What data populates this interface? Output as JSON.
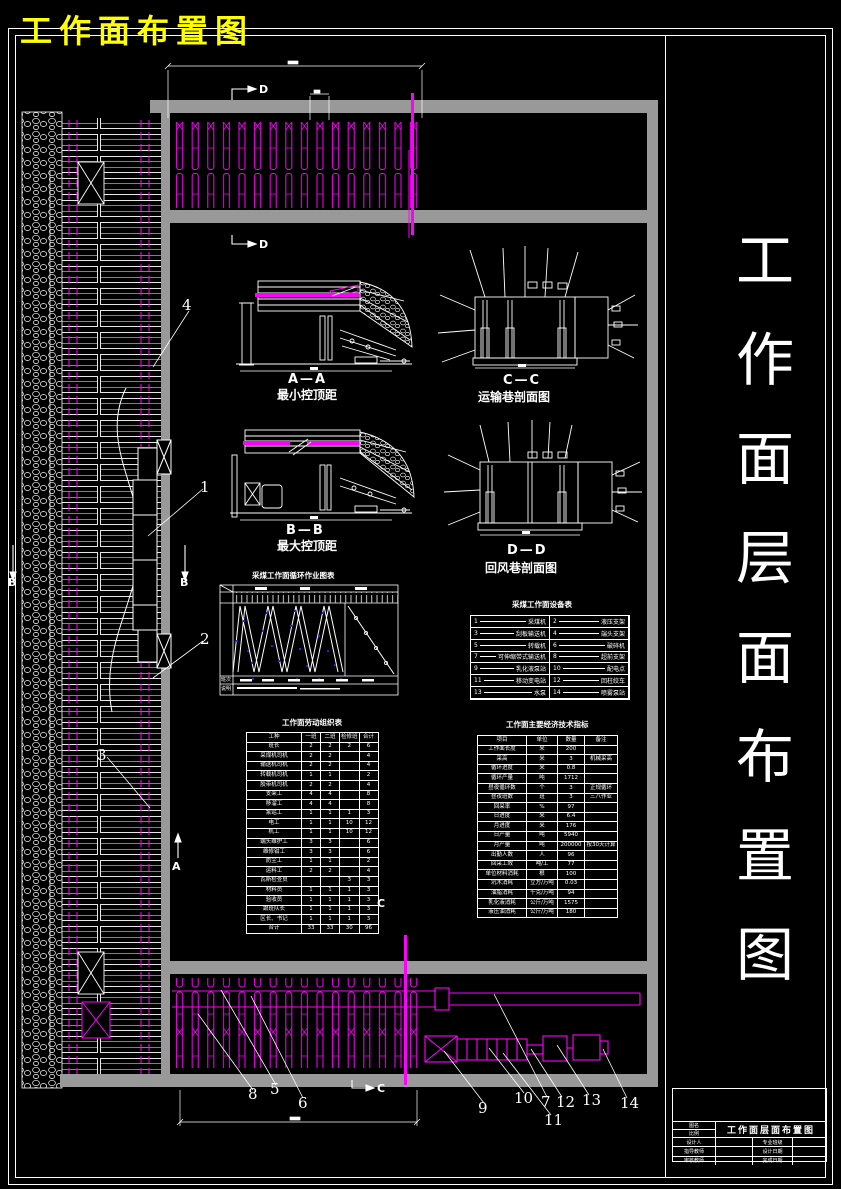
{
  "window": {
    "title": "工作面布置图"
  },
  "side_title": "工作面层面布置图",
  "cut_markers": {
    "a": "A",
    "b": "B",
    "c": "C",
    "d": "D"
  },
  "sections": {
    "aa": {
      "label": "A—A",
      "caption": "最小控顶距"
    },
    "bb": {
      "label": "B—B",
      "caption": "最大控顶距"
    },
    "cc": {
      "label": "C—C",
      "caption": "运输巷剖面图"
    },
    "dd": {
      "label": "D—D",
      "caption": "回风巷剖面图"
    }
  },
  "cycle_chart": {
    "title": "采煤工作面循环作业图表",
    "row_shift": "班次",
    "row_note": "说明"
  },
  "equipment_table": {
    "title": "采煤工作面设备表",
    "items": [
      {
        "no": "1",
        "name": "采煤机"
      },
      {
        "no": "2",
        "name": "液压支架"
      },
      {
        "no": "3",
        "name": "刮板输送机"
      },
      {
        "no": "4",
        "name": "端头支架"
      },
      {
        "no": "5",
        "name": "转载机"
      },
      {
        "no": "6",
        "name": "破碎机"
      },
      {
        "no": "7",
        "name": "可伸缩带式输送机"
      },
      {
        "no": "8",
        "name": "超前支架"
      },
      {
        "no": "9",
        "name": "乳化液泵站"
      },
      {
        "no": "10",
        "name": "配电点"
      },
      {
        "no": "11",
        "name": "移动变电站"
      },
      {
        "no": "12",
        "name": "回柱绞车"
      },
      {
        "no": "13",
        "name": "水泵"
      },
      {
        "no": "14",
        "name": "喷雾泵站"
      }
    ]
  },
  "labor_table": {
    "title": "工作面劳动组织表",
    "headers": [
      "工种",
      "一班",
      "二班",
      "检修班",
      "合计"
    ],
    "rows": [
      [
        "班长",
        "2",
        "2",
        "2",
        "6"
      ],
      [
        "采煤机司机",
        "2",
        "2",
        "",
        "4"
      ],
      [
        "输送机司机",
        "2",
        "2",
        "",
        "4"
      ],
      [
        "转载机司机",
        "1",
        "1",
        "",
        "2"
      ],
      [
        "胶带机司机",
        "2",
        "2",
        "",
        "4"
      ],
      [
        "支架工",
        "4",
        "4",
        "",
        "8"
      ],
      [
        "移溜工",
        "4",
        "4",
        "",
        "8"
      ],
      [
        "泵站工",
        "1",
        "1",
        "1",
        "3"
      ],
      [
        "电工",
        "1",
        "1",
        "10",
        "12"
      ],
      [
        "机工",
        "1",
        "1",
        "10",
        "12"
      ],
      [
        "端头维护工",
        "3",
        "3",
        "",
        "6"
      ],
      [
        "维修钳工",
        "3",
        "3",
        "",
        "6"
      ],
      [
        "防尘工",
        "1",
        "1",
        "",
        "2"
      ],
      [
        "运料工",
        "2",
        "2",
        "",
        "4"
      ],
      [
        "瓦斯检查员",
        "",
        "",
        "3",
        "3"
      ],
      [
        "材料员",
        "1",
        "1",
        "1",
        "3"
      ],
      [
        "验收员",
        "1",
        "1",
        "1",
        "3"
      ],
      [
        "跟班队长",
        "1",
        "1",
        "1",
        "3"
      ],
      [
        "区长、书记",
        "1",
        "1",
        "1",
        "3"
      ],
      [
        "合计",
        "33",
        "33",
        "30",
        "96"
      ]
    ]
  },
  "indicator_table": {
    "title": "工作面主要经济技术指标",
    "headers": [
      "项目",
      "单位",
      "数量",
      "备注"
    ],
    "rows": [
      [
        "工作面长度",
        "米",
        "200",
        ""
      ],
      [
        "采高",
        "米",
        "3",
        "机械采高"
      ],
      [
        "循环进度",
        "米",
        "0.8",
        ""
      ],
      [
        "循环产量",
        "吨",
        "1712",
        ""
      ],
      [
        "昼夜循环数",
        "个",
        "3",
        "正规循环"
      ],
      [
        "昼夜班数",
        "班",
        "3",
        "三八作业"
      ],
      [
        "回采率",
        "%",
        "97",
        ""
      ],
      [
        "日进度",
        "米",
        "6.4",
        ""
      ],
      [
        "月进度",
        "米",
        "176",
        ""
      ],
      [
        "日产量",
        "吨",
        "5940",
        ""
      ],
      [
        "月产量",
        "吨",
        "200000",
        "按30天计算"
      ],
      [
        "出勤人数",
        "人",
        "96",
        ""
      ],
      [
        "回采工效",
        "吨/工",
        "77",
        ""
      ],
      [
        "单位材料消耗",
        "根",
        "100",
        ""
      ],
      [
        "坑木消耗",
        "立方/万吨",
        "0.03",
        ""
      ],
      [
        "油脂消耗",
        "千克/万吨",
        "94",
        ""
      ],
      [
        "乳化液消耗",
        "公斤/万吨",
        "1575",
        ""
      ],
      [
        "液压油消耗",
        "公斤/万吨",
        "180",
        ""
      ]
    ]
  },
  "callouts": [
    "1",
    "2",
    "3",
    "4",
    "5",
    "6",
    "7",
    "8",
    "9",
    "10",
    "11",
    "12",
    "13",
    "14"
  ],
  "title_block": {
    "drawing_name_label": "图名",
    "scale_label": "比例",
    "drawing_title": "工作面层面布置图",
    "designer_label": "设计人",
    "class_label": "专业班级",
    "advisor_label": "指导教师",
    "date_label": "设计日期",
    "reviewer_label": "审核教师",
    "finish_label": "完成日期"
  },
  "colors": {
    "accent": "#ff00ff",
    "line": "#ffffff",
    "wall": "#999999",
    "title": "#ffff00",
    "marker": "#2222ee"
  }
}
